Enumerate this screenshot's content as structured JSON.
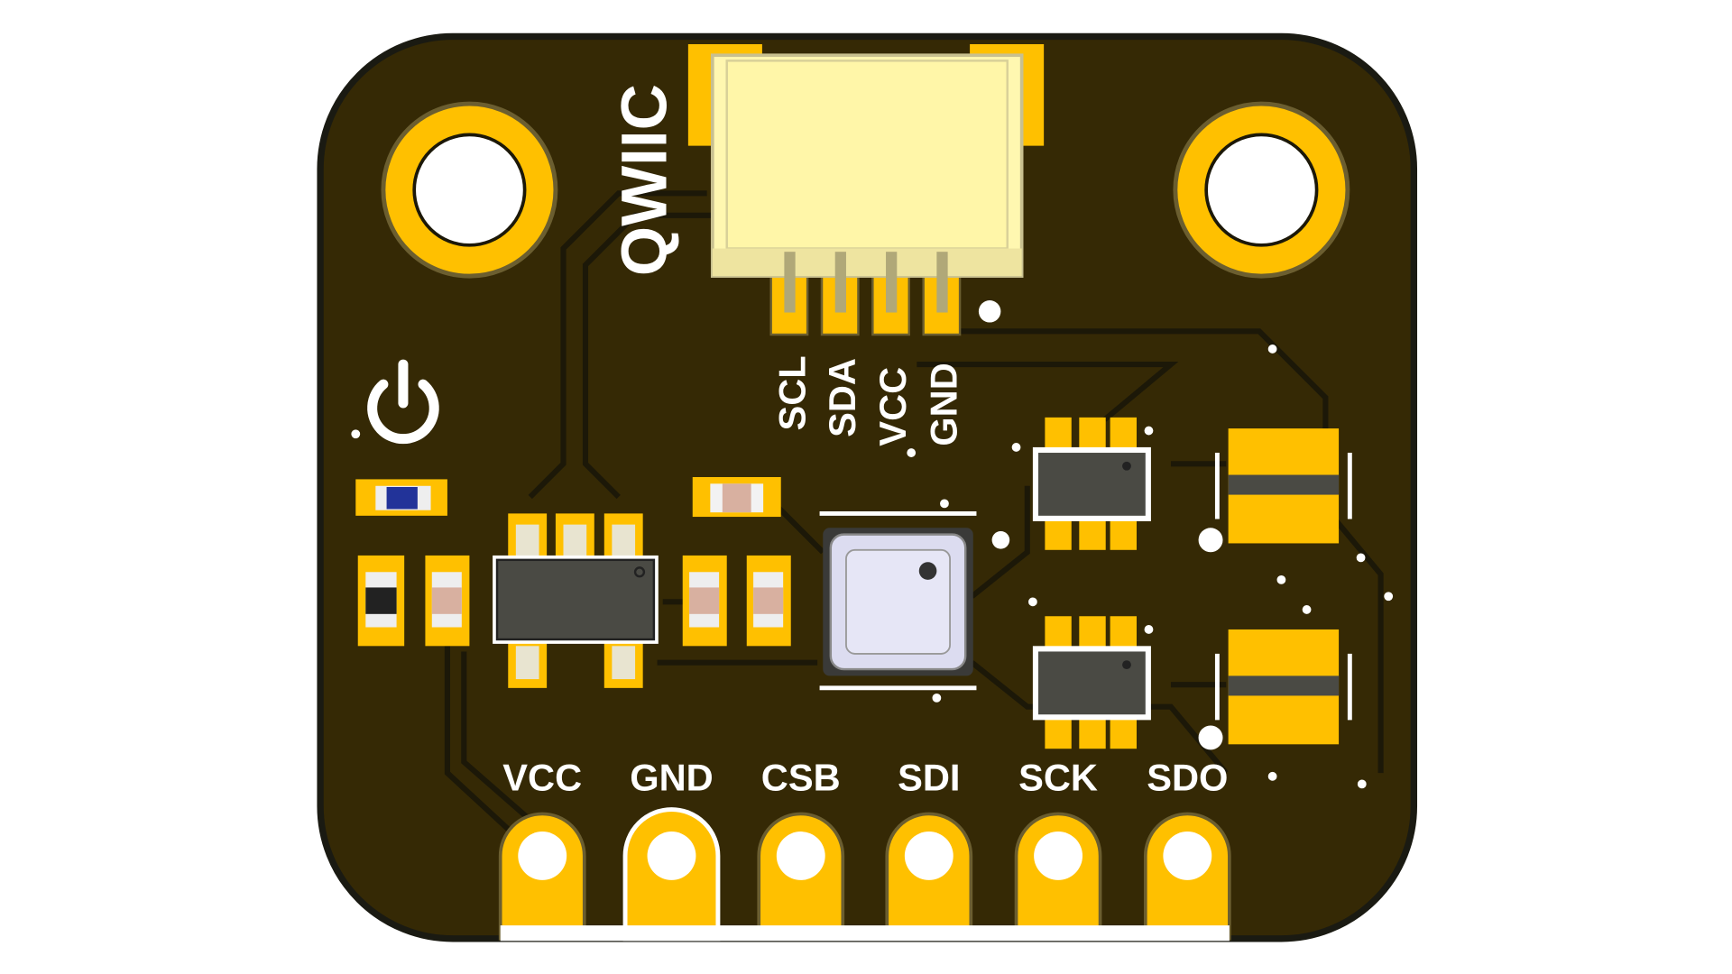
{
  "connector": {
    "label": "QWIIC",
    "pins": [
      "SCL",
      "SDA",
      "VCC",
      "GND"
    ]
  },
  "header_pins": [
    "VCC",
    "GND",
    "CSB",
    "SDI",
    "SCK",
    "SDO"
  ],
  "colors": {
    "board": "#352905",
    "copper": "#ffc000",
    "silk": "#ffffff",
    "connector": "#fff7b0",
    "chip": "#4a4a44",
    "sensor": "#dcdcf0"
  }
}
